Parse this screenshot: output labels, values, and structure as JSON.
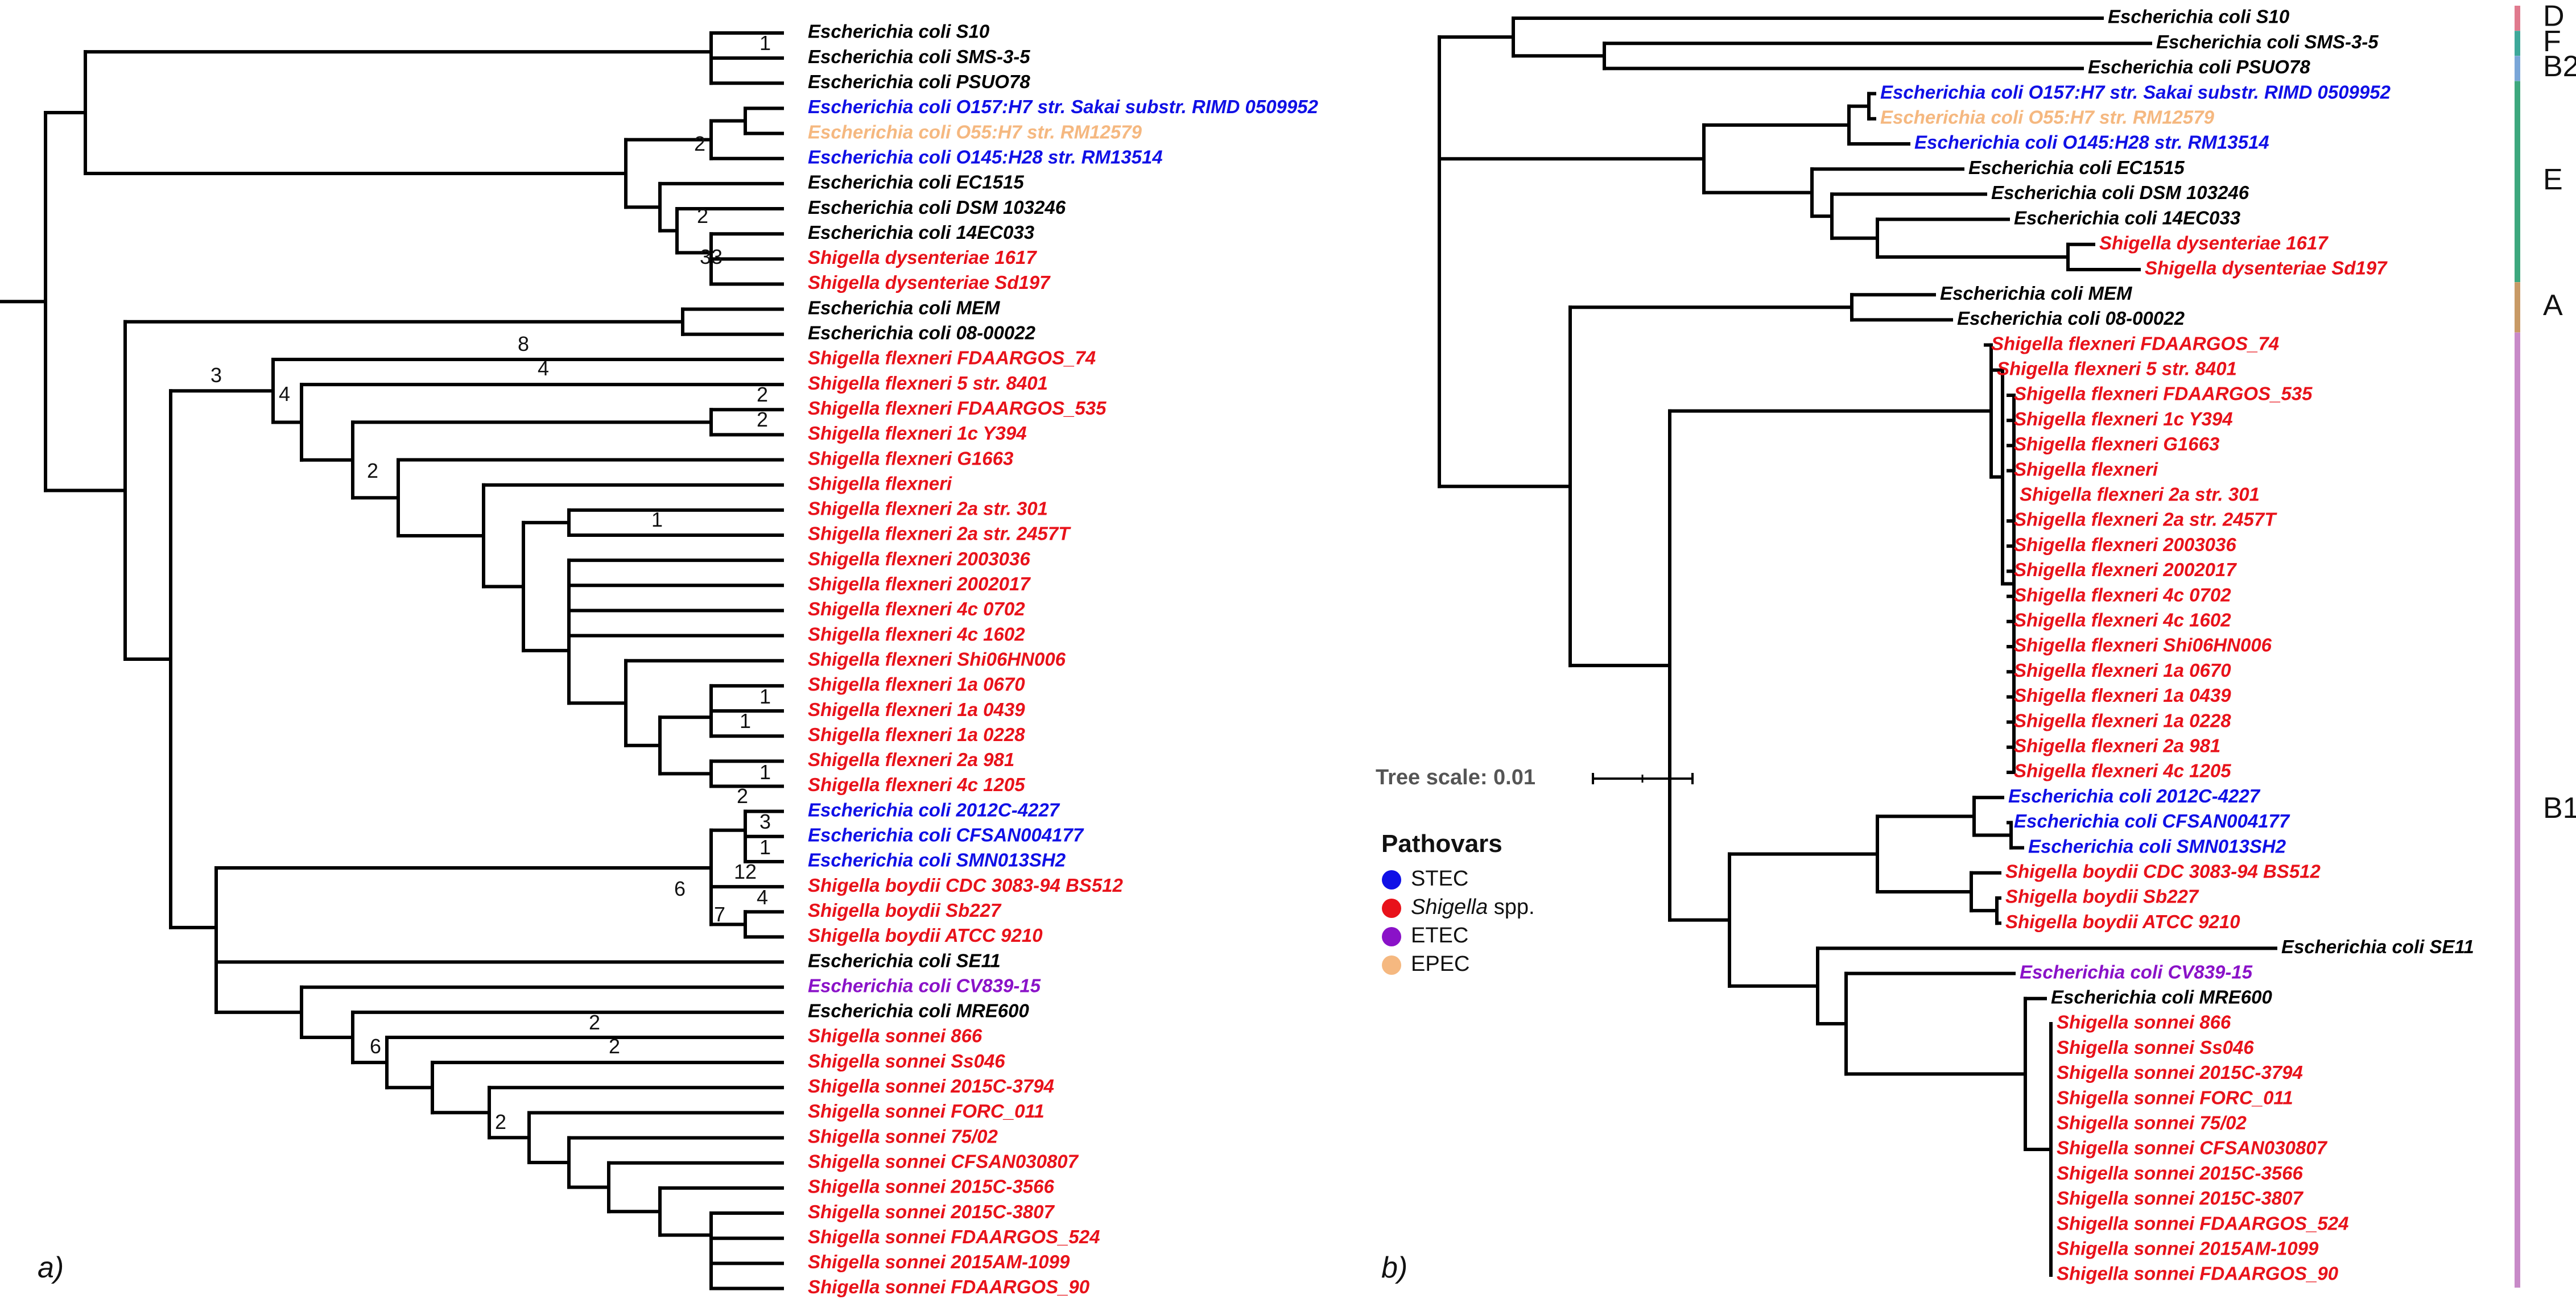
{
  "colors": {
    "black": "#000000",
    "STEC": "#1010e6",
    "Shigella": "#e8121a",
    "ETEC": "#8a12c8",
    "EPEC": "#f5b880",
    "clade_D": "#e07a8e",
    "clade_F": "#3ea89a",
    "clade_B2": "#7aa6d8",
    "clade_E": "#3ea87e",
    "clade_A": "#c89a66",
    "clade_B1": "#c88ac8"
  },
  "panels": {
    "a": "a)",
    "b": "b)"
  },
  "taxa_a": [
    {
      "name": "Escherichia coli S10",
      "c": "black"
    },
    {
      "name": "Escherichia coli SMS-3-5",
      "c": "black"
    },
    {
      "name": "Escherichia coli PSUO78",
      "c": "black"
    },
    {
      "name": "Escherichia coli O157:H7 str. Sakai substr. RIMD 0509952",
      "c": "STEC"
    },
    {
      "name": "Escherichia coli O55:H7 str. RM12579",
      "c": "EPEC"
    },
    {
      "name": "Escherichia coli O145:H28 str. RM13514",
      "c": "STEC"
    },
    {
      "name": "Escherichia coli EC1515",
      "c": "black"
    },
    {
      "name": "Escherichia coli DSM 103246",
      "c": "black"
    },
    {
      "name": "Escherichia coli 14EC033",
      "c": "black"
    },
    {
      "name": "Shigella dysenteriae 1617",
      "c": "Shigella"
    },
    {
      "name": "Shigella dysenteriae Sd197",
      "c": "Shigella"
    },
    {
      "name": "Escherichia coli MEM",
      "c": "black"
    },
    {
      "name": "Escherichia coli 08-00022",
      "c": "black"
    },
    {
      "name": "Shigella flexneri FDAARGOS_74",
      "c": "Shigella"
    },
    {
      "name": "Shigella flexneri 5 str. 8401",
      "c": "Shigella"
    },
    {
      "name": "Shigella flexneri FDAARGOS_535",
      "c": "Shigella"
    },
    {
      "name": "Shigella flexneri 1c Y394",
      "c": "Shigella"
    },
    {
      "name": "Shigella flexneri G1663",
      "c": "Shigella"
    },
    {
      "name": "Shigella flexneri",
      "c": "Shigella"
    },
    {
      "name": "Shigella flexneri 2a str. 301",
      "c": "Shigella"
    },
    {
      "name": "Shigella flexneri 2a str. 2457T",
      "c": "Shigella"
    },
    {
      "name": "Shigella flexneri 2003036",
      "c": "Shigella"
    },
    {
      "name": "Shigella flexneri 2002017",
      "c": "Shigella"
    },
    {
      "name": "Shigella flexneri 4c 0702",
      "c": "Shigella"
    },
    {
      "name": "Shigella flexneri 4c 1602",
      "c": "Shigella"
    },
    {
      "name": "Shigella flexneri Shi06HN006",
      "c": "Shigella"
    },
    {
      "name": "Shigella flexneri 1a 0670",
      "c": "Shigella"
    },
    {
      "name": "Shigella flexneri 1a 0439",
      "c": "Shigella"
    },
    {
      "name": "Shigella flexneri 1a 0228",
      "c": "Shigella"
    },
    {
      "name": "Shigella flexneri 2a 981",
      "c": "Shigella"
    },
    {
      "name": "Shigella flexneri 4c 1205",
      "c": "Shigella"
    },
    {
      "name": "Escherichia coli 2012C-4227",
      "c": "STEC"
    },
    {
      "name": "Escherichia coli CFSAN004177",
      "c": "STEC"
    },
    {
      "name": "Escherichia coli SMN013SH2",
      "c": "STEC"
    },
    {
      "name": "Shigella boydii CDC 3083-94 BS512",
      "c": "Shigella"
    },
    {
      "name": "Shigella boydii Sb227",
      "c": "Shigella"
    },
    {
      "name": "Shigella boydii ATCC 9210",
      "c": "Shigella"
    },
    {
      "name": "Escherichia coli SE11",
      "c": "black"
    },
    {
      "name": "Escherichia coli CV839-15",
      "c": "ETEC"
    },
    {
      "name": "Escherichia coli MRE600",
      "c": "black"
    },
    {
      "name": "Shigella sonnei 866",
      "c": "Shigella"
    },
    {
      "name": "Shigella sonnei Ss046",
      "c": "Shigella"
    },
    {
      "name": "Shigella sonnei 2015C-3794",
      "c": "Shigella"
    },
    {
      "name": "Shigella sonnei FORC_011",
      "c": "Shigella"
    },
    {
      "name": "Shigella sonnei 75/02",
      "c": "Shigella"
    },
    {
      "name": "Shigella sonnei CFSAN030807",
      "c": "Shigella"
    },
    {
      "name": "Shigella sonnei 2015C-3566",
      "c": "Shigella"
    },
    {
      "name": "Shigella sonnei 2015C-3807",
      "c": "Shigella"
    },
    {
      "name": "Shigella sonnei FDAARGOS_524",
      "c": "Shigella"
    },
    {
      "name": "Shigella sonnei 2015AM-1099",
      "c": "Shigella"
    },
    {
      "name": "Shigella sonnei FDAARGOS_90",
      "c": "Shigella"
    }
  ],
  "taxa_b": [
    {
      "name": "Escherichia coli S10",
      "c": "black"
    },
    {
      "name": "Escherichia coli SMS-3-5",
      "c": "black"
    },
    {
      "name": "Escherichia coli PSUO78",
      "c": "black"
    },
    {
      "name": "Escherichia coli O157:H7 str. Sakai substr. RIMD 0509952",
      "c": "STEC"
    },
    {
      "name": "Escherichia coli O55:H7 str. RM12579",
      "c": "EPEC"
    },
    {
      "name": "Escherichia coli O145:H28 str. RM13514",
      "c": "STEC"
    },
    {
      "name": "Escherichia coli EC1515",
      "c": "black"
    },
    {
      "name": "Escherichia coli DSM 103246",
      "c": "black"
    },
    {
      "name": "Escherichia coli 14EC033",
      "c": "black"
    },
    {
      "name": "Shigella dysenteriae 1617",
      "c": "Shigella"
    },
    {
      "name": "Shigella dysenteriae Sd197",
      "c": "Shigella"
    },
    {
      "name": "Escherichia coli MEM",
      "c": "black"
    },
    {
      "name": "Escherichia coli 08-00022",
      "c": "black"
    },
    {
      "name": "Shigella flexneri FDAARGOS_74",
      "c": "Shigella"
    },
    {
      "name": "Shigella flexneri 5 str. 8401",
      "c": "Shigella"
    },
    {
      "name": "Shigella flexneri FDAARGOS_535",
      "c": "Shigella"
    },
    {
      "name": "Shigella flexneri 1c Y394",
      "c": "Shigella"
    },
    {
      "name": "Shigella flexneri G1663",
      "c": "Shigella"
    },
    {
      "name": "Shigella flexneri",
      "c": "Shigella"
    },
    {
      "name": "Shigella flexneri 2a str. 301",
      "c": "Shigella"
    },
    {
      "name": "Shigella flexneri 2a str. 2457T",
      "c": "Shigella"
    },
    {
      "name": "Shigella flexneri 2003036",
      "c": "Shigella"
    },
    {
      "name": "Shigella flexneri 2002017",
      "c": "Shigella"
    },
    {
      "name": "Shigella flexneri 4c 0702",
      "c": "Shigella"
    },
    {
      "name": "Shigella flexneri 4c 1602",
      "c": "Shigella"
    },
    {
      "name": "Shigella flexneri Shi06HN006",
      "c": "Shigella"
    },
    {
      "name": "Shigella flexneri 1a 0670",
      "c": "Shigella"
    },
    {
      "name": "Shigella flexneri 1a 0439",
      "c": "Shigella"
    },
    {
      "name": "Shigella flexneri 1a 0228",
      "c": "Shigella"
    },
    {
      "name": "Shigella flexneri 2a 981",
      "c": "Shigella"
    },
    {
      "name": "Shigella flexneri 4c 1205",
      "c": "Shigella"
    },
    {
      "name": "Escherichia coli 2012C-4227",
      "c": "STEC"
    },
    {
      "name": "Escherichia coli CFSAN004177",
      "c": "STEC"
    },
    {
      "name": "Escherichia coli SMN013SH2",
      "c": "STEC"
    },
    {
      "name": "Shigella boydii CDC 3083-94 BS512",
      "c": "Shigella"
    },
    {
      "name": "Shigella boydii Sb227",
      "c": "Shigella"
    },
    {
      "name": "Shigella boydii ATCC 9210",
      "c": "Shigella"
    },
    {
      "name": "Escherichia coli SE11",
      "c": "black"
    },
    {
      "name": "Escherichia coli CV839-15",
      "c": "ETEC"
    },
    {
      "name": "Escherichia coli MRE600",
      "c": "black"
    },
    {
      "name": "Shigella sonnei 866",
      "c": "Shigella"
    },
    {
      "name": "Shigella sonnei Ss046",
      "c": "Shigella"
    },
    {
      "name": "Shigella sonnei 2015C-3794",
      "c": "Shigella"
    },
    {
      "name": "Shigella sonnei FORC_011",
      "c": "Shigella"
    },
    {
      "name": "Shigella sonnei 75/02",
      "c": "Shigella"
    },
    {
      "name": "Shigella sonnei CFSAN030807",
      "c": "Shigella"
    },
    {
      "name": "Shigella sonnei 2015C-3566",
      "c": "Shigella"
    },
    {
      "name": "Shigella sonnei 2015C-3807",
      "c": "Shigella"
    },
    {
      "name": "Shigella sonnei FDAARGOS_524",
      "c": "Shigella"
    },
    {
      "name": "Shigella sonnei 2015AM-1099",
      "c": "Shigella"
    },
    {
      "name": "Shigella sonnei FDAARGOS_90",
      "c": "Shigella"
    }
  ],
  "bootstrap_labels": [
    "1",
    "2",
    "2",
    "33",
    "8",
    "3",
    "4",
    "4",
    "2",
    "2",
    "2",
    "1",
    "1",
    "1",
    "1",
    "2",
    "3",
    "1",
    "12",
    "6",
    "4",
    "7",
    "6",
    "2",
    "2",
    "2"
  ],
  "legend": {
    "title": "Pathovars",
    "items": [
      {
        "label": "STEC",
        "c": "STEC"
      },
      {
        "label": "Shigella",
        "suffix": " spp.",
        "c": "Shigella"
      },
      {
        "label": "ETEC",
        "c": "ETEC"
      },
      {
        "label": "EPEC",
        "c": "EPEC"
      }
    ]
  },
  "scale": {
    "label": "Tree scale: 0.01"
  },
  "clades": [
    {
      "label": "D",
      "c": "clade_D",
      "from": 0,
      "to": 0
    },
    {
      "label": "F",
      "c": "clade_F",
      "from": 1,
      "to": 1
    },
    {
      "label": "B2",
      "c": "clade_B2",
      "from": 2,
      "to": 2
    },
    {
      "label": "E",
      "c": "clade_E",
      "from": 3,
      "to": 10
    },
    {
      "label": "A",
      "c": "clade_A",
      "from": 11,
      "to": 12
    },
    {
      "label": "B1",
      "c": "clade_B1",
      "from": 13,
      "to": 50
    }
  ]
}
